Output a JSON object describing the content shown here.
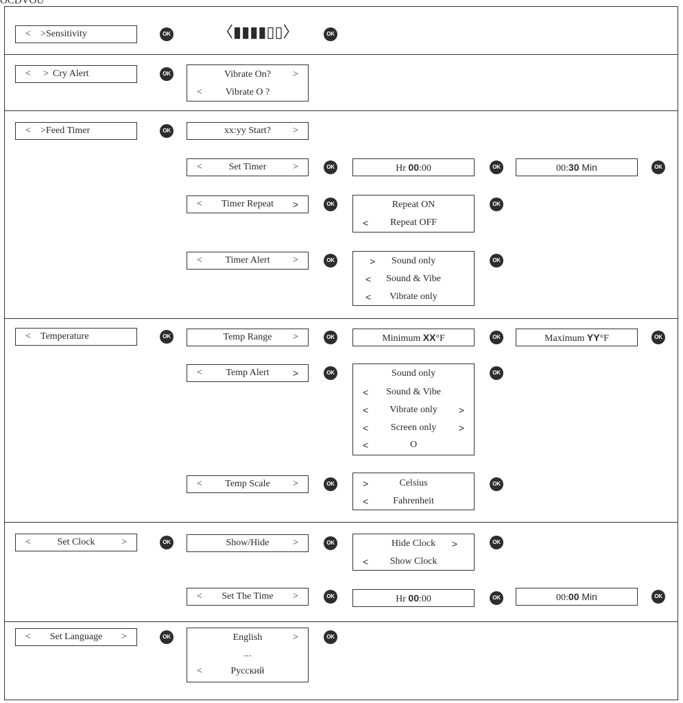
{
  "header_label": "OCDVOU",
  "ok_label": "OK",
  "arrows": {
    "left": "<",
    "right": ">"
  },
  "meter_glyph": "〈▮▮▮▮▯▯〉",
  "sections": {
    "sensitivity": {
      "label": "Sensitivity"
    },
    "cry_alert": {
      "label": "Cry Alert",
      "options": [
        "Vibrate On?",
        "Vibrate O  ?"
      ]
    },
    "feed_timer": {
      "label": "Feed Timer",
      "start": "xx:yy Start?",
      "set_timer": "Set Timer",
      "hours": {
        "prefix": "Hr ",
        "value": "00",
        "suffix": ":00"
      },
      "minutes": {
        "prefix": "00:",
        "value": "30",
        "suffix": " Min"
      },
      "timer_repeat": "Timer Repeat",
      "repeat_options": [
        "Repeat ON",
        "Repeat OFF"
      ],
      "timer_alert": "Timer Alert",
      "alert_options": [
        "Sound only",
        "Sound & Vibe",
        "Vibrate only"
      ]
    },
    "temperature": {
      "label": "Temperature",
      "temp_range": "Temp Range",
      "minimum": {
        "prefix": "Minimum ",
        "value": "XX",
        "suffix": "°F"
      },
      "maximum": {
        "prefix": "Maximum ",
        "value": "YY",
        "suffix": "°F"
      },
      "temp_alert": "Temp Alert",
      "alert_options": [
        "Sound only",
        "Sound & Vibe",
        "Vibrate only",
        "Screen only",
        "O"
      ],
      "temp_scale": "Temp Scale",
      "scale_options": [
        "Celsius",
        "Fahrenheit"
      ]
    },
    "set_clock": {
      "label": "Set Clock",
      "show_hide": "Show/Hide",
      "clock_options": [
        "Hide Clock",
        "Show Clock"
      ],
      "set_time": "Set The Time",
      "hours": {
        "prefix": "Hr ",
        "value": "00",
        "suffix": ":00"
      },
      "minutes": {
        "prefix": "00:",
        "value": "00",
        "suffix": " Min"
      }
    },
    "set_language": {
      "label": "Set Language",
      "options": [
        "English",
        "...",
        "Русский"
      ]
    }
  }
}
